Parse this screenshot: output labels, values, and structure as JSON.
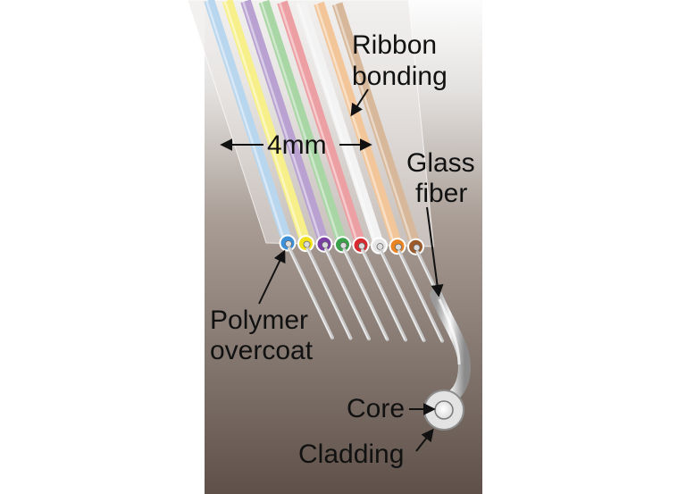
{
  "labels": {
    "ribbon_line1": "Ribbon",
    "ribbon_line2": "bonding",
    "width": "4mm",
    "glass_line1": "Glass",
    "glass_line2": "fiber",
    "polymer_line1": "Polymer",
    "polymer_line2": "overcoat",
    "core": "Core",
    "cladding": "Cladding"
  },
  "fibers": [
    {
      "color_name": "blue",
      "color": "#3d8fd8",
      "coating": "#b8d6ee"
    },
    {
      "color_name": "yellow",
      "color": "#f2e21a",
      "coating": "#f7f08a"
    },
    {
      "color_name": "purple",
      "color": "#7b3fa4",
      "coating": "#b9a2d2"
    },
    {
      "color_name": "green",
      "color": "#3aa04a",
      "coating": "#a8d6a4"
    },
    {
      "color_name": "red",
      "color": "#d62a30",
      "coating": "#eda0a4"
    },
    {
      "color_name": "white",
      "color": "#e6e6e6",
      "coating": "#f3f3f3"
    },
    {
      "color_name": "orange",
      "color": "#e88424",
      "coating": "#f3c69a"
    },
    {
      "color_name": "brown",
      "color": "#9a5a2a",
      "coating": "#d8b89a"
    }
  ],
  "colors": {
    "background_top": "#ffffff",
    "background_bottom": "#6b5d55",
    "label": "#111111",
    "glass": "#cfcfcf"
  }
}
